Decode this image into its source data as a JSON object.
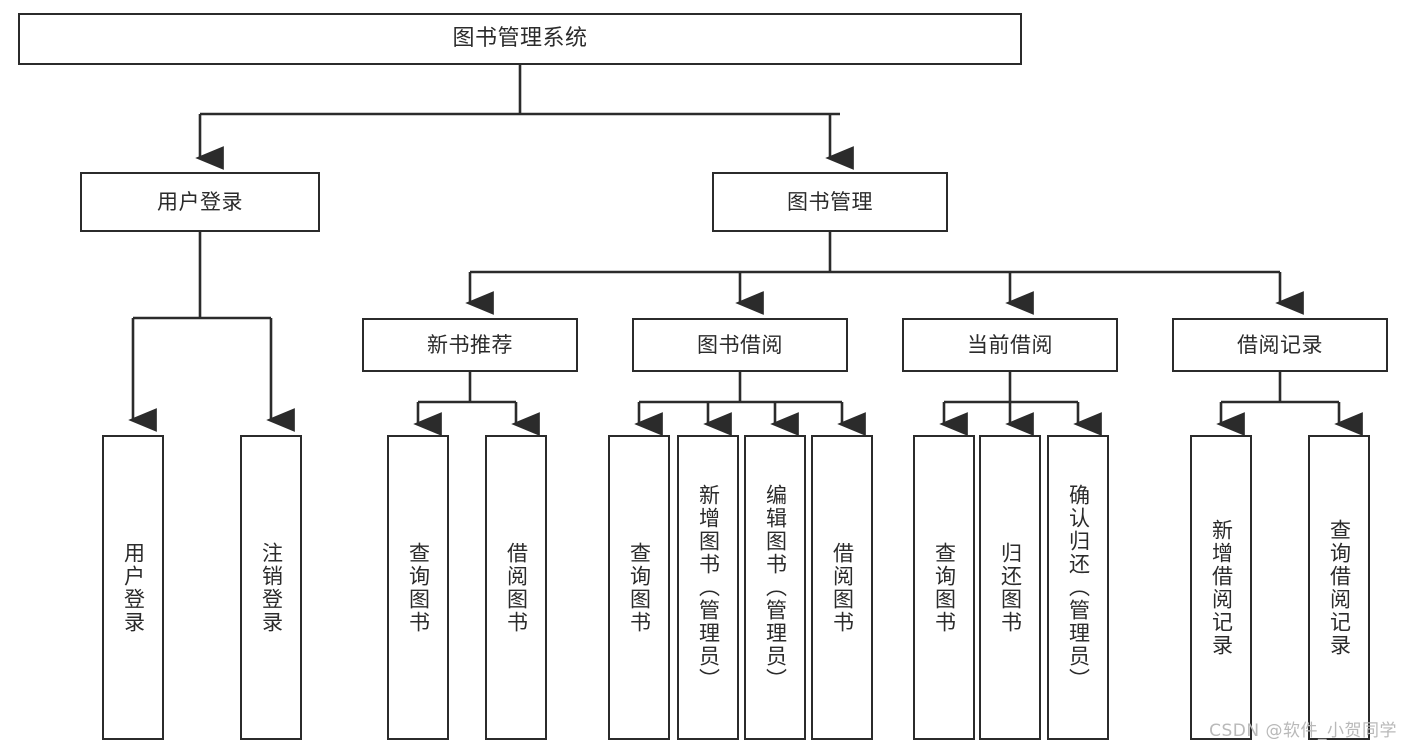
{
  "diagram": {
    "title": "图书管理系统",
    "watermark": "CSDN @软件_小贺同学",
    "line_color": "#2b2b2b",
    "box_fill": "#ffffff",
    "text_color": "#2b2b2b",
    "watermark_color": "#b9b9b9",
    "type": "tree-hierarchy",
    "levels": 4
  },
  "nodes": {
    "root": {
      "label": "图书管理系统"
    },
    "level2": [
      {
        "label": "用户登录"
      },
      {
        "label": "图书管理"
      }
    ],
    "level3": [
      {
        "label": "新书推荐"
      },
      {
        "label": "图书借阅"
      },
      {
        "label": "当前借阅"
      },
      {
        "label": "借阅记录"
      }
    ],
    "leaves_user_login": [
      {
        "label": "用户登录"
      },
      {
        "label": "注销登录"
      }
    ],
    "leaves_new_book": [
      {
        "label": "查询图书"
      },
      {
        "label": "借阅图书"
      }
    ],
    "leaves_borrow": [
      {
        "label": "查询图书"
      },
      {
        "label": "新增图书（管理员）"
      },
      {
        "label": "编辑图书（管理员）"
      },
      {
        "label": "借阅图书"
      }
    ],
    "leaves_current": [
      {
        "label": "查询图书"
      },
      {
        "label": "归还图书"
      },
      {
        "label": "确认归还（管理员）"
      }
    ],
    "leaves_records": [
      {
        "label": "新增借阅记录"
      },
      {
        "label": "查询借阅记录"
      }
    ]
  }
}
